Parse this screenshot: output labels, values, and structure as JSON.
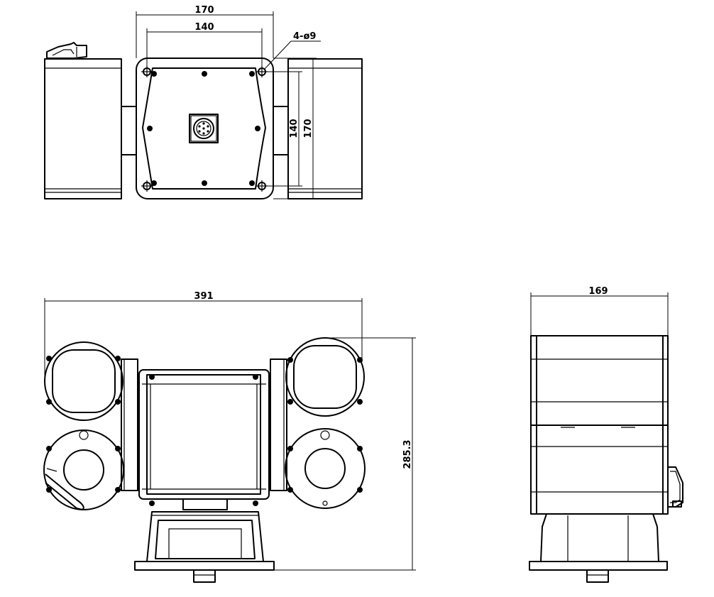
{
  "dimensions": {
    "top_overall_width": "170",
    "top_hole_spacing": "140",
    "mounting_holes": "4-ø9",
    "top_hole_spacing_vertical": "140",
    "top_overall_height": "170",
    "front_overall_width": "391",
    "front_overall_height": "285.3",
    "side_overall_width": "169"
  }
}
